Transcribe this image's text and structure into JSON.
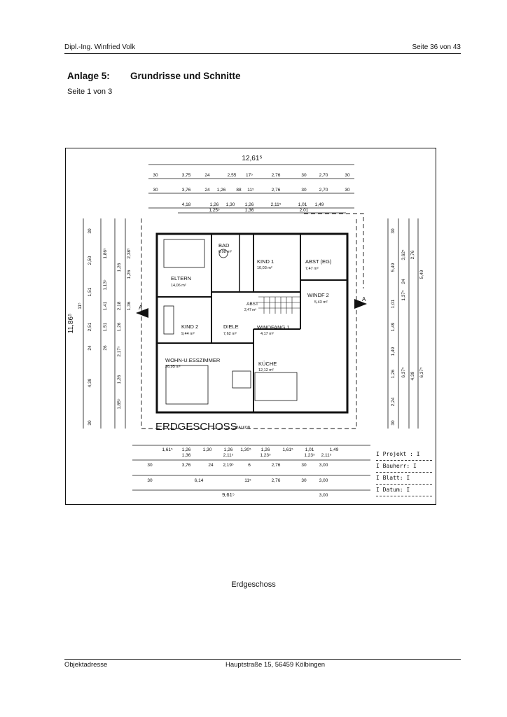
{
  "header": {
    "author": "Dipl.-Ing. Winfried Volk",
    "page_info": "Seite 36 von 43"
  },
  "title": {
    "label": "Anlage 5:",
    "text": "Grundrisse und Schnitte",
    "page": "Seite 1 von 3"
  },
  "plan": {
    "title": "ERDGESCHOSS",
    "balcony": "BALKON",
    "section_mark": "A",
    "overall_width": "12,61⁵",
    "overall_height": "11,86⁵",
    "bottom_width": "9,61⁵",
    "rooms": [
      {
        "name": "BAD",
        "area": "6,08 m²"
      },
      {
        "name": "KIND 1",
        "area": "10,03 m²"
      },
      {
        "name": "ABST (EG)",
        "area": "7,47 m²"
      },
      {
        "name": "ELTERN",
        "area": "14,06 m²"
      },
      {
        "name": "WINDF 2",
        "area": "5,43 m²"
      },
      {
        "name": "ABST",
        "area": "2,47 m²"
      },
      {
        "name": "KIND 2",
        "area": "9,44 m²"
      },
      {
        "name": "DIELE",
        "area": "7,62 m²"
      },
      {
        "name": "WINDFANG 1",
        "area": "4,17 m²"
      },
      {
        "name": "WOHN-U.ESSZIMMER",
        "area": "26,95 m²"
      },
      {
        "name": "KÜCHE",
        "area": "12,12 m²"
      }
    ],
    "dims_top_row1": [
      "30",
      "3,75",
      "24",
      "2,55",
      "17⁵",
      "2,76",
      "30",
      "2,70",
      "30"
    ],
    "dims_top_row2": [
      "30",
      "3,76",
      "24",
      "1,26",
      "88",
      "11⁵",
      "2,76",
      "30",
      "2,70",
      "30"
    ],
    "dims_top_row3": [
      "4,18",
      "1,26",
      "1,30",
      "1,26",
      "2,11⁵",
      "1,01",
      "1,49"
    ],
    "dims_top_row4": [
      "1,25⁵",
      "1,36",
      "2,01"
    ],
    "dims_bottom_row1": [
      "1,61⁵",
      "1,26",
      "1,30",
      "1,26",
      "1,30⁵",
      "1,26",
      "1,61⁵",
      "1,01",
      "1,49"
    ],
    "dims_bottom_row2": [
      "1,36",
      "2,11⁵",
      "1,23⁵",
      "1,23⁵",
      "2,11⁵"
    ],
    "dims_bottom_row3": [
      "30",
      "3,76",
      "24",
      "2,19⁵",
      "6",
      "2,76",
      "30",
      "3,00"
    ],
    "dims_bottom_row4": [
      "30",
      "6,14",
      "11⁵",
      "2,76",
      "30",
      "3,00"
    ],
    "dims_bottom_row5": [
      "3,00"
    ],
    "dims_left": [
      "30",
      "2,50",
      "1,51",
      "2,51",
      "24",
      "4,39",
      "30",
      "11⁵",
      "1,13⁵",
      "1,41",
      "1,51",
      "26",
      "1,85⁵",
      "1,26",
      "2,18",
      "1,26",
      "2,17⁵",
      "1,26",
      "1,86⁵",
      "2,38⁵",
      "1,26",
      "1,36"
    ],
    "dims_right": [
      "30",
      "5,49",
      "30",
      "2,24",
      "1,26",
      "1,49",
      "1,01",
      "1,49",
      "1,37⁵",
      "24",
      "3,62⁵",
      "2,76",
      "5,49",
      "4,39",
      "6,37⁵",
      "6,37⁵"
    ]
  },
  "titleblock": {
    "projekt": "I Projekt : I",
    "bauherr": "I Bauherr:  I",
    "blatt": "I Blatt:    I",
    "datum": "I Datum:    I"
  },
  "caption": "Erdgeschoss",
  "footer": {
    "label": "Objektadresse",
    "address": "Hauptstraße 15, 56459 Kölbingen"
  }
}
